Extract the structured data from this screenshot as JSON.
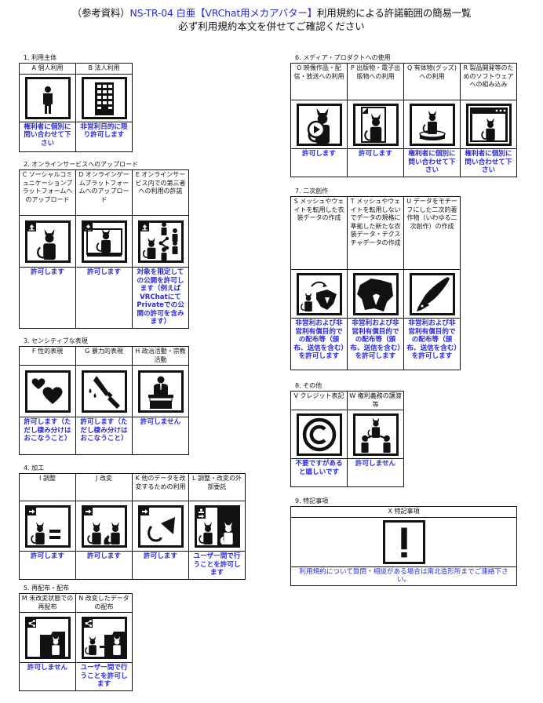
{
  "header": {
    "title_prefix": "（参考資料）",
    "title_code": "NS-TR-04 白亜【VRChat用メカアバター】",
    "title_suffix": "利用規約による許諾範囲の簡易一覧",
    "subtitle": "必ず利用規約本文を併せてご確認ください"
  },
  "colors": {
    "text": "#111111",
    "permission_text": "#2a2ad6",
    "border": "#111111"
  },
  "sections": [
    {
      "title": "1. 利用主体",
      "items": [
        {
          "header": "A 個人利用",
          "icon": "person-icon",
          "permission": "権利者に個別に問い合わせて下さい"
        },
        {
          "header": "B 法人利用",
          "icon": "building-icon",
          "permission": "非営利目的に限り許可します"
        }
      ]
    },
    {
      "title": "2. オンラインサービスへのアップロード",
      "items": [
        {
          "header": "C ソーシャルコミュニケーションプラットフォームへのアップロード",
          "icon": "upload-social-icon",
          "permission": "許可します"
        },
        {
          "header": "D オンラインゲームプラットフォームへのアップロード",
          "icon": "upload-game-icon",
          "permission": "許可します"
        },
        {
          "header": "E オンラインサービス内での第三者への利用の許諾",
          "icon": "upload-share-icon",
          "permission": "対象を限定しての公開を許可します（例えばVRChatにてPrivateでの公開の許可を含みます）"
        }
      ]
    },
    {
      "title": "3. センシティブな表現",
      "items": [
        {
          "header": "F 性的表現",
          "icon": "hearts-icon",
          "permission": "許可します（ただし棲み分けはおこなうこと）"
        },
        {
          "header": "G 暴力的表現",
          "icon": "knife-icon",
          "permission": "許可します（ただし棲み分けはおこなうこと）"
        },
        {
          "header": "H 政治活動・宗教活動",
          "icon": "podium-icon",
          "permission": "許可しません"
        }
      ]
    },
    {
      "title": "4. 加工",
      "items": [
        {
          "header": "I 調整",
          "icon": "adjust-icon",
          "permission": "許可します"
        },
        {
          "header": "J 改変",
          "icon": "modify-icon",
          "permission": "許可します"
        },
        {
          "header": "K 他のデータを改変するための利用",
          "icon": "reuse-data-icon",
          "permission": "許可します"
        },
        {
          "header": "L 調整・改変の外部委託",
          "icon": "outsource-icon",
          "permission": "ユーザー間で行うことを許可します"
        }
      ]
    },
    {
      "title": "5. 再配布・配布",
      "items": [
        {
          "header": "M 未改変状態での再配布",
          "icon": "redistribute-icon",
          "permission": "許可しません"
        },
        {
          "header": "N 改変したデータの配布",
          "icon": "distribute-modified-icon",
          "permission": "ユーザー間で行うことを許可します"
        }
      ]
    },
    {
      "title": "6. メディア・プロダクトへの使用",
      "items": [
        {
          "header": "O 映像作品・配信・放送への利用",
          "icon": "video-icon",
          "permission": "許可します"
        },
        {
          "header": "P 出版物・電子出版物への利用",
          "icon": "publication-icon",
          "permission": "許可します"
        },
        {
          "header": "Q 有体物(グッズ)への利用",
          "icon": "figure-icon",
          "permission": "権利者に個別に問い合わせて下さい"
        },
        {
          "header": "R 製品開発等のためのソフトウェアへの組み込み",
          "icon": "software-icon",
          "permission": "権利者に個別に問い合わせて下さい"
        }
      ]
    },
    {
      "title": "7. 二次創作",
      "items": [
        {
          "header": "S メッシュやウェイトを転用した衣装データの作成",
          "icon": "costume-transfer-icon",
          "permission": "非営利および非営利有償目的での配布等（頒布、送信を含む）を許可します"
        },
        {
          "header": "T メッシュやウェイトを転用しないでデータの規格に準拠した新たな衣装データ・テクスチャデータの作成",
          "icon": "costume-icon",
          "permission": "非営利および非営利有償目的での配布等（頒布、送信を含む）を許可します"
        },
        {
          "header": "U データをモチーフにした二次的著作物（いわゆる二次創作）の作成",
          "icon": "pen-icon",
          "permission": "非営利および非営利有償目的での配布等（頒布、送信を含む）を許可します"
        }
      ]
    },
    {
      "title": "8. その他",
      "items": [
        {
          "header": "V クレジット表記",
          "icon": "copyright-icon",
          "permission": "不要ですがあると嬉しいです"
        },
        {
          "header": "W 権利義務の譲渡等",
          "icon": "transfer-rights-icon",
          "permission": "許可しません"
        }
      ]
    },
    {
      "title": "9. 特記事項",
      "items": [
        {
          "header": "X 特記事項",
          "icon": "exclamation-icon",
          "permission": "利用規約について質問・相談がある場合は南北造形所までご連絡下さい。"
        }
      ]
    }
  ]
}
